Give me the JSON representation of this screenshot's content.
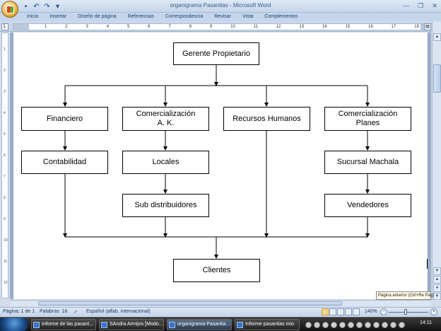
{
  "window": {
    "title": "organigrama Pasantias - Microsoft Word",
    "controls": [
      "minimize-icon",
      "maximize-icon",
      "close-icon"
    ]
  },
  "quick_access": [
    "save-icon",
    "undo-icon",
    "redo-icon",
    "customize-icon"
  ],
  "ribbon": {
    "tabs": [
      "Inicio",
      "Insertar",
      "Diseño de página",
      "Referencias",
      "Correspondencia",
      "Revisar",
      "Vista",
      "Complementos"
    ]
  },
  "ruler": {
    "numbers": [
      "1",
      "2",
      "3",
      "4",
      "5",
      "6",
      "7",
      "8",
      "9",
      "10",
      "11",
      "12",
      "13",
      "14",
      "15",
      "16",
      "17",
      "18"
    ],
    "vertical_numbers": [
      "1",
      "2",
      "3",
      "4",
      "5",
      "6",
      "7",
      "8",
      "9",
      "10",
      "11",
      "12"
    ]
  },
  "orgchart": {
    "root": "Gerente Propietario",
    "departments": [
      {
        "name": "Financiero",
        "children": [
          "Contabilidad"
        ]
      },
      {
        "name": "Comercialización\nA. K.",
        "children": [
          "Locales",
          "Sub distribuidores"
        ]
      },
      {
        "name": "Recursos Humanos",
        "children": []
      },
      {
        "name": "Comercialización\nPlanes",
        "children": [
          "Sucursal Machala",
          "Vendedores"
        ]
      }
    ],
    "bottom": "Clientes"
  },
  "tooltip": "Página anterior (Ctrl+Re Pág)",
  "status": {
    "page": "Página: 1 de 1",
    "words": "Palabras: 18",
    "language": "Español (alfab. internacional)",
    "zoom": "140%"
  },
  "taskbar": {
    "tasks": [
      "Informe de las pasant...",
      "SAndra Armijos [Modo...",
      "organigrama Pasantia...",
      "Informe pasantias mio"
    ],
    "active_task": 2,
    "clock": "14:11"
  }
}
